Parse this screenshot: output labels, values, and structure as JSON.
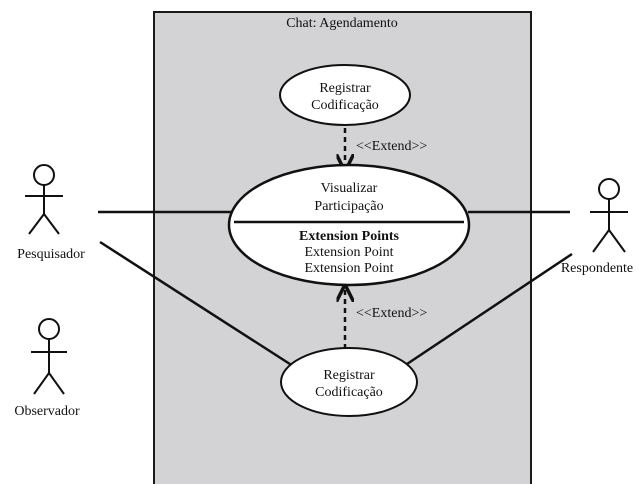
{
  "system": {
    "title": "Chat: Agendamento",
    "fill": "#d3d3d5",
    "stroke": "#1a1a1a"
  },
  "actors": {
    "pesquisador": "Pesquisador",
    "observador": "Observador",
    "respondente": "Respondente"
  },
  "use_cases": {
    "top": {
      "line1": "Registrar",
      "line2": "Codificação"
    },
    "main": {
      "line1": "Visualizar",
      "line2": "Participação",
      "ext_header": "Extension Points",
      "ext_point_1": "Extension Point",
      "ext_point_2": "Extension Point"
    },
    "bottom": {
      "line1": "Registrar",
      "line2": "Codificação"
    }
  },
  "relations": {
    "extend_top": "<<Extend>>",
    "extend_bottom": "<<Extend>>"
  },
  "colors": {
    "line": "#111111",
    "usecase_fill": "#ffffff",
    "background": "#ffffff"
  }
}
